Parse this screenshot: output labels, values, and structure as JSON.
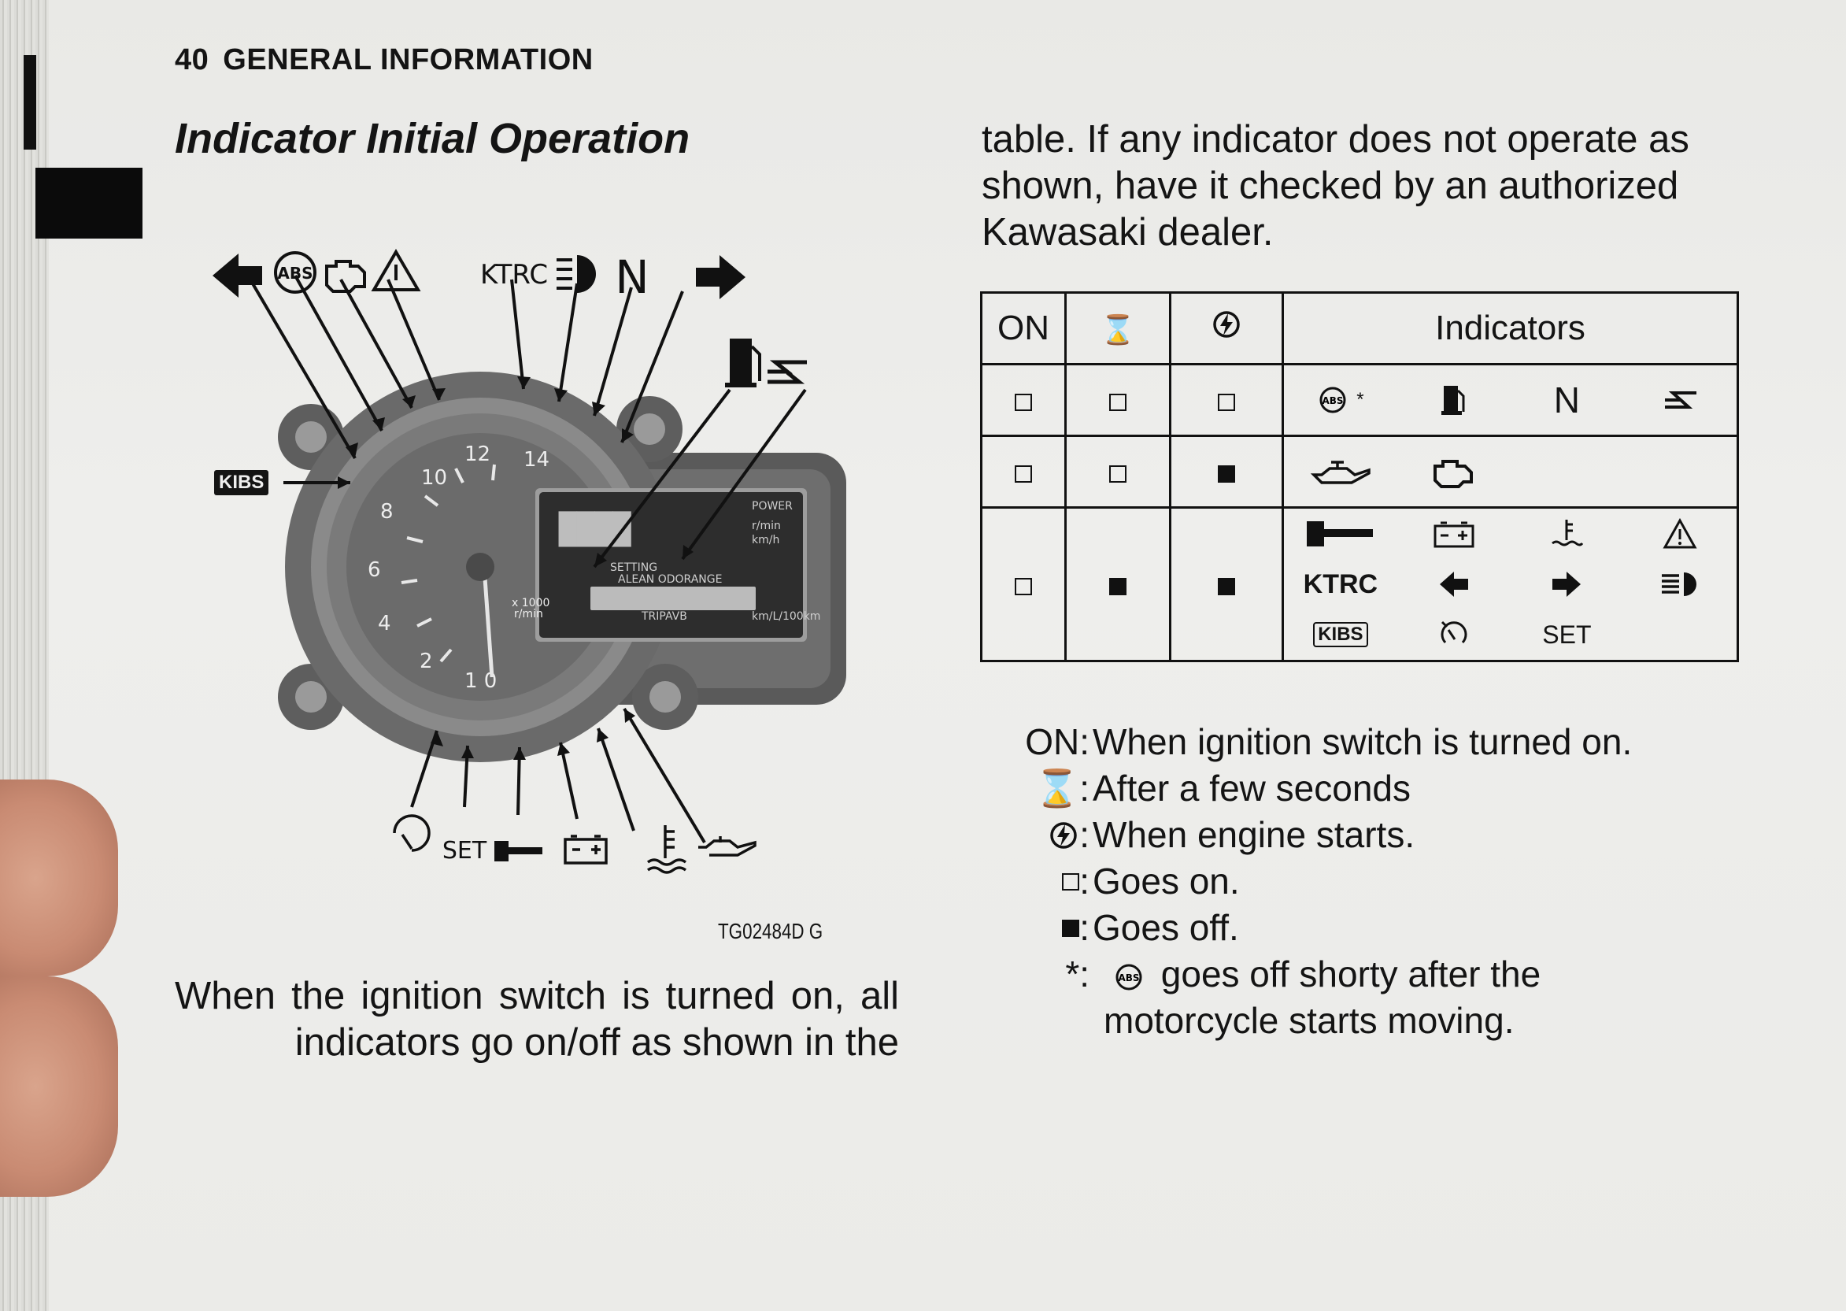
{
  "header": {
    "page_number": "40",
    "section": "GENERAL INFORMATION"
  },
  "title": "Indicator Initial Operation",
  "para_left": "When the ignition switch is turned on, all indicators go on/off as shown in the",
  "para_right": "table. If any indicator does not operate as shown, have it checked by an authorized Kawasaki dealer.",
  "figure": {
    "code": "TG02484D   G",
    "top_labels": [
      "KTRC",
      "N"
    ],
    "side_label": "KIBS",
    "bottom_labels": [
      "SET"
    ],
    "icons": [
      "left-turn-icon",
      "abs-icon",
      "engine-warning-icon",
      "warning-triangle-icon",
      "high-beam-icon",
      "neutral-icon",
      "right-turn-icon",
      "fuel-icon",
      "immobilizer-icon",
      "cruise-icon",
      "key-icon",
      "battery-icon",
      "coolant-icon",
      "oil-icon"
    ]
  },
  "table": {
    "header": {
      "col1": "ON",
      "col4": "Indicators"
    },
    "rows": [
      {
        "on": "open",
        "after": "open",
        "engine": "open",
        "indicators": [
          "abs",
          "fuel",
          "N",
          "immobilizer"
        ],
        "abs_note": "*"
      },
      {
        "on": "open",
        "after": "open",
        "engine": "filled",
        "indicators": [
          "oil",
          "engine-warning"
        ]
      },
      {
        "on": "open",
        "after": "filled",
        "engine": "filled",
        "indicators_text": {
          "ktrc": "KTRC",
          "kibs": "KIBS",
          "set": "SET"
        }
      }
    ]
  },
  "legend": [
    {
      "key": "ON:",
      "text": "When ignition switch is turned on."
    },
    {
      "key": "hourglass",
      "text": "After a few seconds"
    },
    {
      "key": "engine-start",
      "text": "When engine starts."
    },
    {
      "key": "open-square",
      "text": "Goes on."
    },
    {
      "key": "filled-square",
      "text": "Goes off."
    },
    {
      "key": "*:",
      "text": "goes off shorty after the",
      "text2": "motorcycle starts moving."
    }
  ],
  "colors": {
    "paper": "#ececea",
    "ink": "#141414"
  }
}
